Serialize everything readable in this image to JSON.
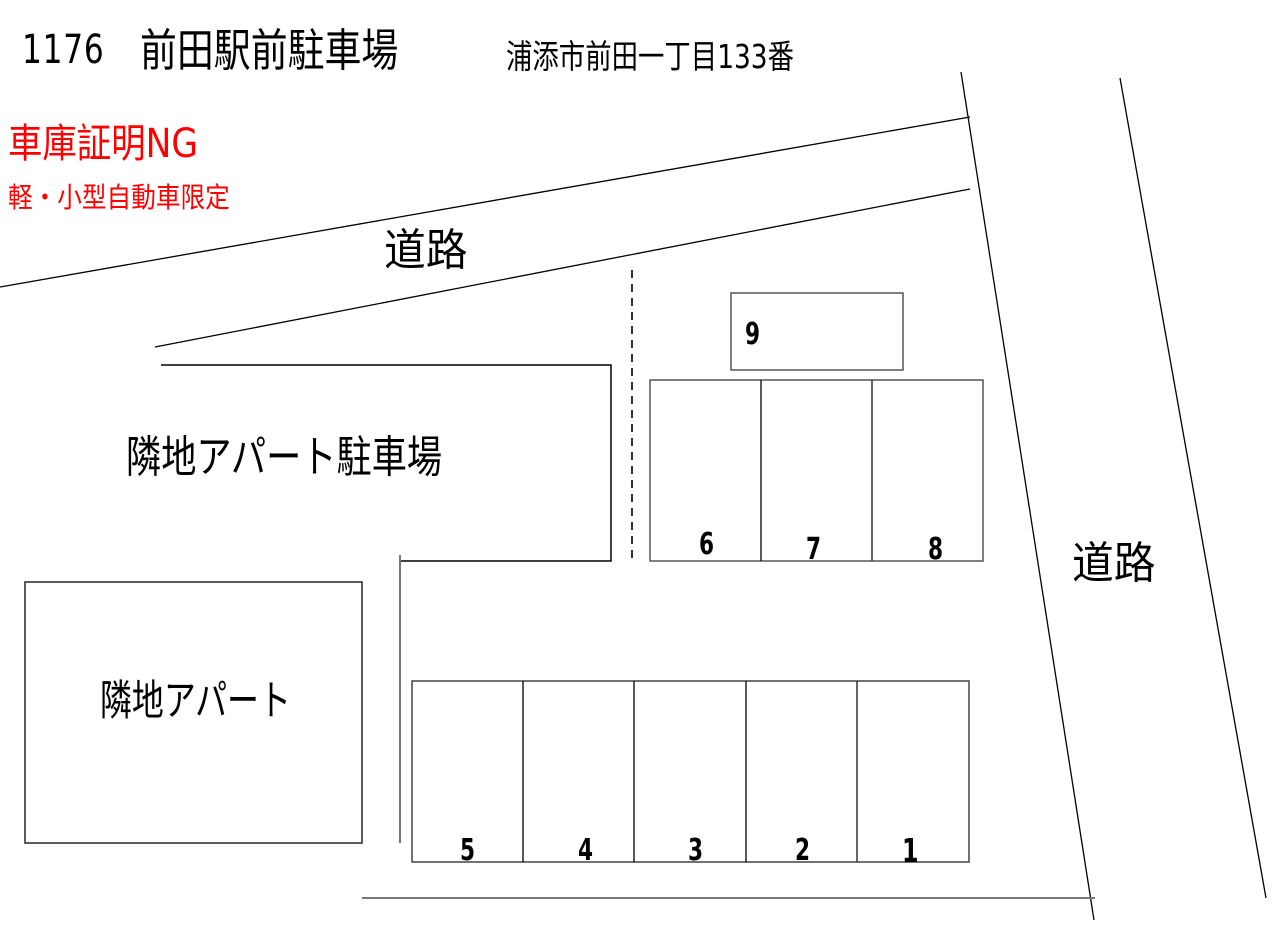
{
  "header": {
    "lot_number": "1176",
    "lot_name": "前田駅前駐車場",
    "address": "浦添市前田一丁目133番"
  },
  "notice": {
    "warning": "車庫証明NG",
    "restriction": "軽・小型自動車限定",
    "color": "#ff0000"
  },
  "labels": {
    "road_top": "道路",
    "road_right": "道路",
    "neighbor_parking": "隣地アパート駐車場",
    "neighbor_apartment": "隣地アパート"
  },
  "slots": [
    {
      "id": "1",
      "label": "1"
    },
    {
      "id": "2",
      "label": "2"
    },
    {
      "id": "3",
      "label": "3"
    },
    {
      "id": "4",
      "label": "4"
    },
    {
      "id": "5",
      "label": "5"
    },
    {
      "id": "6",
      "label": "6"
    },
    {
      "id": "7",
      "label": "7"
    },
    {
      "id": "8",
      "label": "8"
    },
    {
      "id": "9",
      "label": "9"
    }
  ],
  "colors": {
    "line": "#000000",
    "box_stroke": "#333333",
    "background": "#ffffff"
  }
}
